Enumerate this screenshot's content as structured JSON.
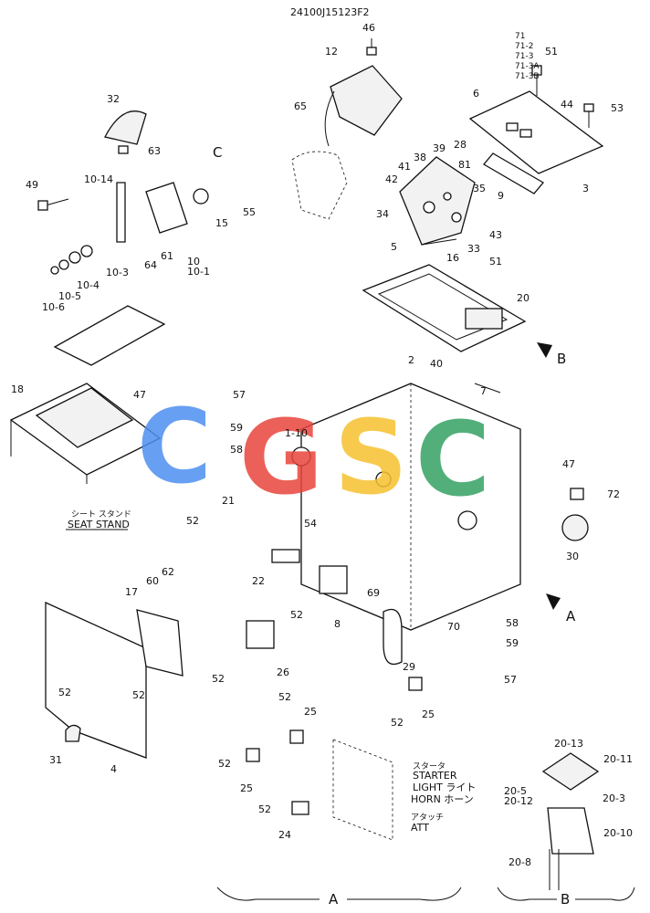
{
  "header": {
    "drawing_number": "24100J15123F2"
  },
  "views": {
    "c": "C",
    "a_arrow": "A",
    "b_arrow": "B",
    "a_bracket": "A",
    "b_bracket": "B"
  },
  "watermark": {
    "text": "CGSC",
    "colors": [
      "#4d8ff0",
      "#e8453c",
      "#f6c12e",
      "#34a263"
    ]
  },
  "parts": {
    "p46": "46",
    "p12": "12",
    "p65": "65",
    "p71": "71",
    "p71_2": "71-2",
    "p71_3": "71-3",
    "p71_3a": "71-3A",
    "p71_3b": "71-3B",
    "p51a": "51",
    "p53": "53",
    "p6": "6",
    "p44": "44",
    "p28": "28",
    "p3": "3",
    "p9": "9",
    "p39": "39",
    "p38": "38",
    "p41": "41",
    "p42": "42",
    "p81": "81",
    "p35": "35",
    "p34": "34",
    "p43": "43",
    "p33": "33",
    "p5": "5",
    "p16": "16",
    "p32": "32",
    "p63": "63",
    "p49": "49",
    "p10_14": "10-14",
    "p55": "55",
    "p15": "15",
    "p10_3": "10-3",
    "p64": "64",
    "p61": "61",
    "p10": "10",
    "p10_1": "10-1",
    "p10_4": "10-4",
    "p10_5": "10-5",
    "p10_6": "10-6",
    "p51b": "51",
    "p20": "20",
    "p2": "2",
    "p18": "18",
    "p47a": "47",
    "p40": "40",
    "p7": "7",
    "p57a": "57",
    "p59a": "59",
    "p58a": "58",
    "p1_10": "1-10",
    "p47b": "47",
    "p72": "72",
    "p30": "30",
    "p21": "21",
    "p52a": "52",
    "p54": "54",
    "p22": "22",
    "p62": "62",
    "p60": "60",
    "p17": "17",
    "p52b": "52",
    "p8": "8",
    "p69": "69",
    "p70": "70",
    "p52c": "52",
    "p26": "26",
    "p29": "29",
    "p58b": "58",
    "p59b": "59",
    "p57b": "57",
    "p52d": "52",
    "p52e": "52",
    "p25a": "25",
    "p52f": "52",
    "p25b": "25",
    "p31": "31",
    "p4": "4",
    "p52g": "52",
    "p25c": "25",
    "p52h": "52",
    "p24": "24",
    "p52i": "52",
    "p20_13": "20-13",
    "p20_11": "20-11",
    "p20_5": "20-5",
    "p20_12": "20-12",
    "p20_3": "20-3",
    "p20_10": "20-10",
    "p20_8": "20-8"
  },
  "annotations": {
    "seat_stand_jp": "シート スタンド",
    "seat_stand": "SEAT STAND",
    "starter_jp": "スタータ",
    "starter": "STARTER",
    "light": "LIGHT ライト",
    "horn": "HORN ホーン",
    "att_jp": "アタッチ",
    "att": "ATT"
  }
}
